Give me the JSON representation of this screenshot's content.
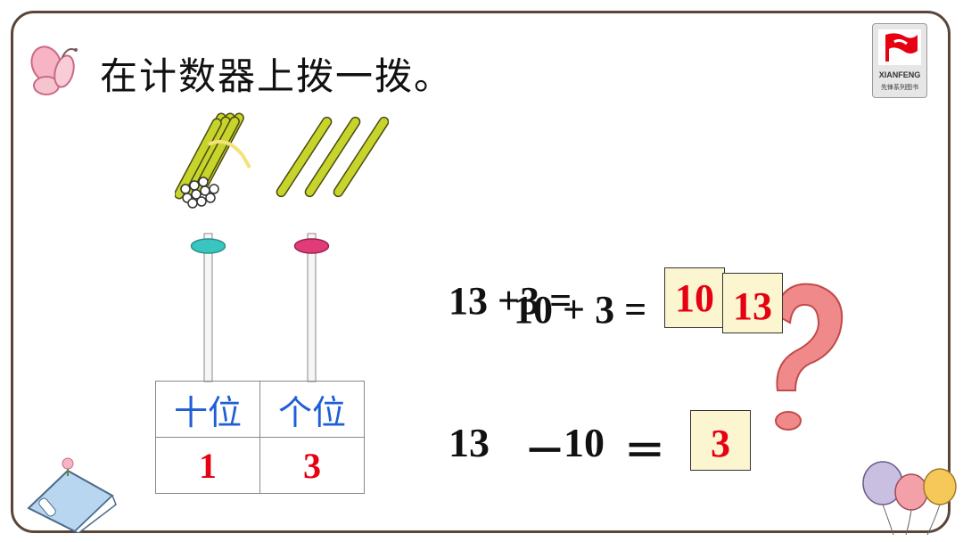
{
  "title": "在计数器上拨一拨。",
  "logo": {
    "brand": "XIANFENG",
    "series": "先锋系列图书"
  },
  "place_value": {
    "headers": [
      "十位",
      "个位"
    ],
    "values": [
      "1",
      "3"
    ]
  },
  "equation1": {
    "under_layer": "13 +3 =",
    "over_layer": "10 + 3 =",
    "answer_back": "10",
    "answer_front": "13"
  },
  "equation2": {
    "left": "13",
    "minus": "－",
    "right": "10",
    "equals": "＝",
    "answer": "3"
  },
  "colors": {
    "answer_red": "#e60012",
    "header_blue": "#1f5fd6",
    "box_fill": "#fbf6d0",
    "stick_green": "#c6d42c"
  }
}
